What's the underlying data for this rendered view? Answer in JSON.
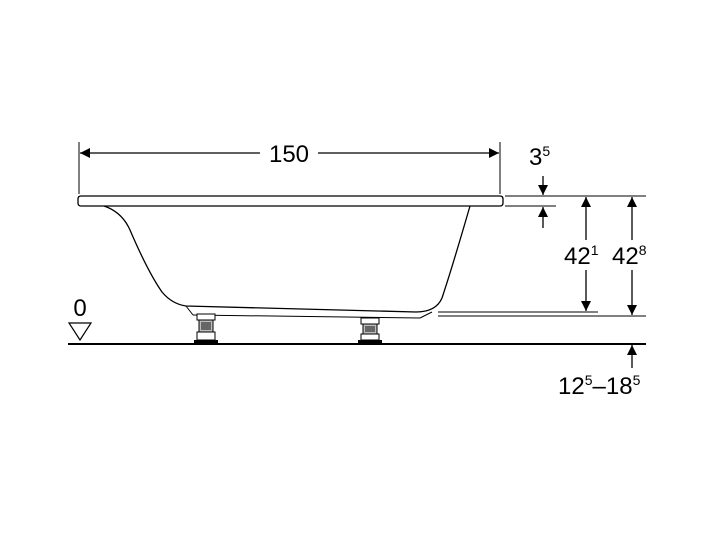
{
  "diagram": {
    "width_label": "150",
    "rim_label": {
      "base": "3",
      "sup": "5"
    },
    "height_a_label": {
      "base": "42",
      "sup": "1"
    },
    "height_b_label": {
      "base": "42",
      "sup": "8"
    },
    "floor_label": "0",
    "adjust_label": {
      "part1": "12",
      "sup1": "5",
      "sep": "–",
      "part2": "18",
      "sup2": "5"
    }
  }
}
